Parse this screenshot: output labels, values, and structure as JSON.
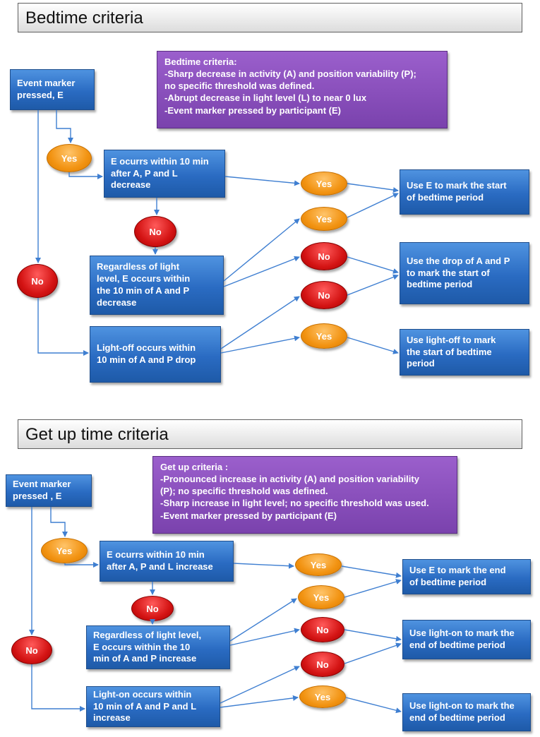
{
  "sections": [
    {
      "title": "Bedtime criteria",
      "criteria": {
        "heading": "Bedtime criteria:",
        "lines": [
          "-Sharp decrease in activity (A) and  position variability (P);",
          "no specific threshold was defined.",
          "-Abrupt decrease in light level (L) to near 0 lux",
          "-Event marker  pressed by participant (E)"
        ]
      },
      "event_marker": "Event marker\npressed, E",
      "yes_top": "Yes",
      "no_left": "No",
      "no_mid": "No",
      "step1": "E ocurrs within 10 min\nafter  A, P and L\ndecrease",
      "step2": "Regardless of light\nlevel,  E occurs within\nthe 10 min of A and P\ndecrease",
      "step3": "Light-off occurs within\n10 min of  A and P drop",
      "decisions": [
        "Yes",
        "Yes",
        "No",
        "No",
        "Yes"
      ],
      "outcomes": [
        "Use E to mark the start\nof  bedtime period",
        "Use the drop of A and P\nto mark the start of\nbedtime period",
        "Use light-off to mark\nthe start of bedtime\nperiod"
      ]
    },
    {
      "title": "Get up time criteria",
      "criteria": {
        "heading": "Get up criteria :",
        "lines": [
          "-Pronounced increase in activity (A) and  position variability",
          "(P); no specific threshold was defined.",
          "-Sharp increase in light level; no specific threshold was used.",
          "-Event marker  pressed by participant (E)"
        ]
      },
      "event_marker": "Event marker\npressed , E",
      "yes_top": "Yes",
      "no_left": "No",
      "no_mid": "No",
      "step1": "E ocurrs within 10 min\nafter  A, P and L increase",
      "step2": "Regardless of light level,\nE occurs within the 10\nmin of A and P increase",
      "step3": "Light-on occurs within\n10 min of  A and  P and L\nincrease",
      "decisions": [
        "Yes",
        "Yes",
        "No",
        "No",
        "Yes"
      ],
      "outcomes": [
        "Use E to mark the end\nof  bedtime period",
        "Use light-on to mark the\nend of bedtime period",
        "Use light-on to mark the\nend of bedtime period"
      ]
    }
  ],
  "colors": {
    "box_blue": "#2a6bc2",
    "criteria_purple": "#7a42ad",
    "yes_orange": "#f29312",
    "no_red": "#d41414",
    "arrow": "#3f7fd1"
  }
}
